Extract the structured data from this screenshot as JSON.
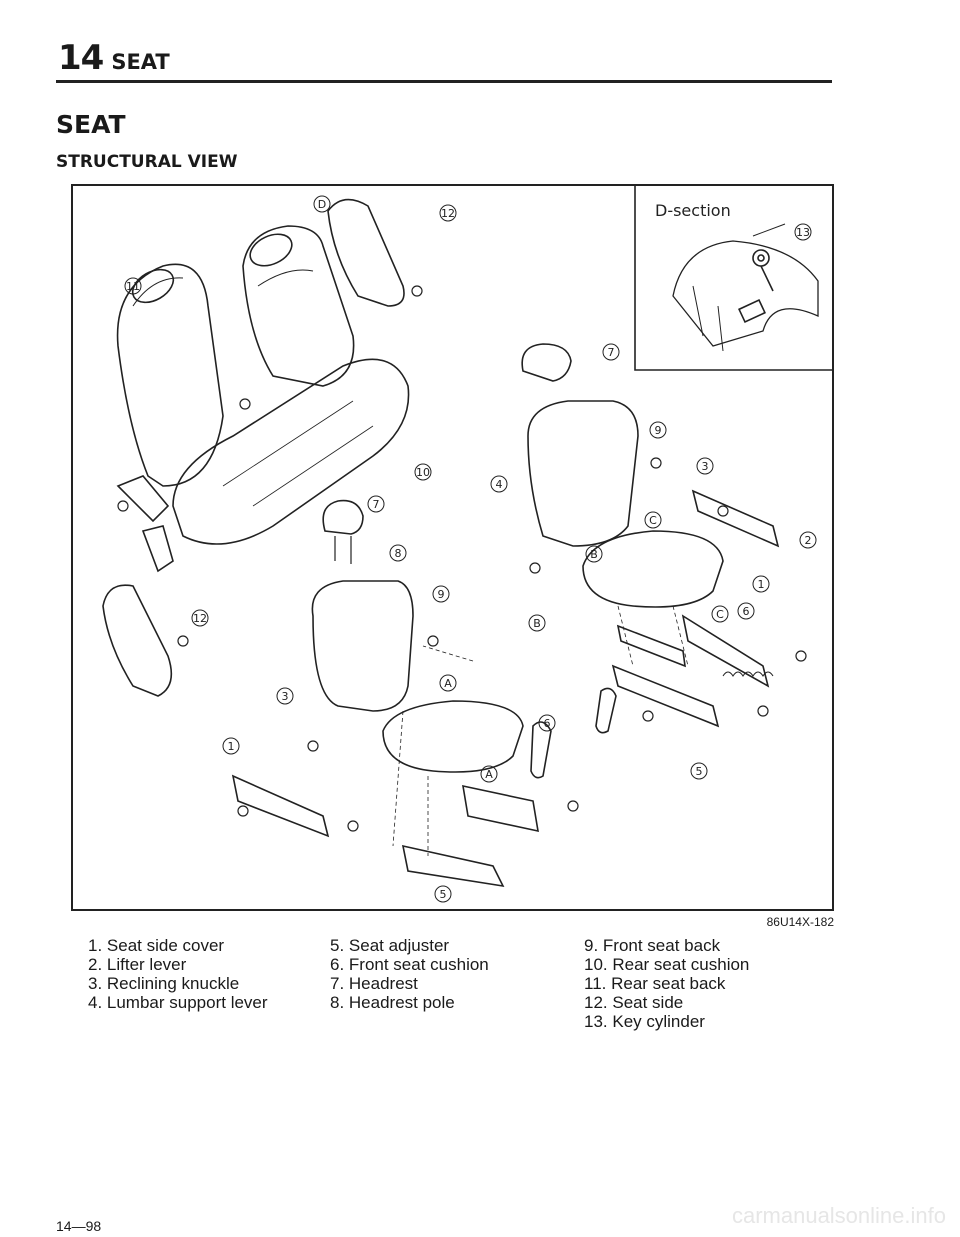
{
  "header": {
    "chapter_number": "14",
    "chapter_label": "SEAT"
  },
  "section_title": "SEAT",
  "subsection_title": "STRUCTURAL VIEW",
  "figure": {
    "inset_title": "D-section",
    "figure_code": "86U14X-182",
    "callouts": [
      "1",
      "2",
      "3",
      "4",
      "5",
      "6",
      "7",
      "8",
      "9",
      "10",
      "11",
      "12",
      "13",
      "A",
      "B",
      "C",
      "D"
    ]
  },
  "legend": {
    "col1": [
      "1. Seat side cover",
      "2. Lifter lever",
      "3. Reclining knuckle",
      "4. Lumbar support lever"
    ],
    "col2": [
      "5. Seat adjuster",
      "6. Front seat cushion",
      "7. Headrest",
      "8. Headrest pole"
    ],
    "col3": [
      "9. Front seat back",
      "10. Rear seat cushion",
      "11. Rear seat back",
      "12. Seat side",
      "13. Key cylinder"
    ]
  },
  "page_number": "14—98",
  "watermark": "carmanualsonline.info"
}
